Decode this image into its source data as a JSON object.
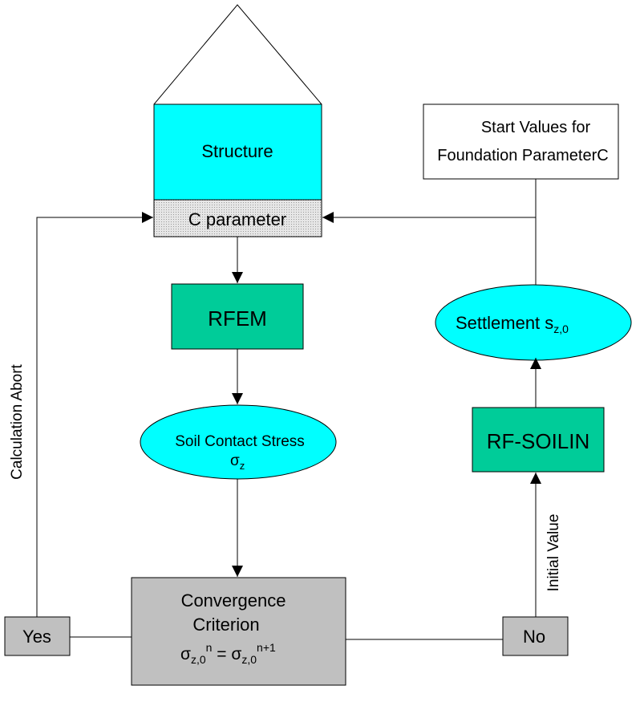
{
  "nodes": {
    "structure": {
      "label": "Structure"
    },
    "c_parameter": {
      "label": "C parameter"
    },
    "start_values": {
      "line1": "Start Values for",
      "line2": "Foundation ParameterC"
    },
    "rfem": {
      "label": "RFEM"
    },
    "settlement": {
      "label": "Settlement s",
      "sub": "z,0"
    },
    "soil_contact_stress": {
      "line1": "Soil Contact Stress",
      "symbol": "σ",
      "sub": "z"
    },
    "rf_soilin": {
      "label": "RF-SOILIN"
    },
    "convergence": {
      "line1": "Convergence",
      "line2": "Criterion",
      "sigma": "σ",
      "sub": "z,0",
      "sup_left": "n",
      "equals": " = ",
      "sup_right": "n+1"
    },
    "yes": {
      "label": "Yes"
    },
    "no": {
      "label": "No"
    }
  },
  "edge_labels": {
    "calculation_abort": "Calculation Abort",
    "initial_value": "Initial Value"
  },
  "colors": {
    "cyan": "#00ffff",
    "teal": "#00cc99",
    "gray": "#c0c0c0",
    "hatch": "#d9d9d9",
    "line": "#000000"
  }
}
